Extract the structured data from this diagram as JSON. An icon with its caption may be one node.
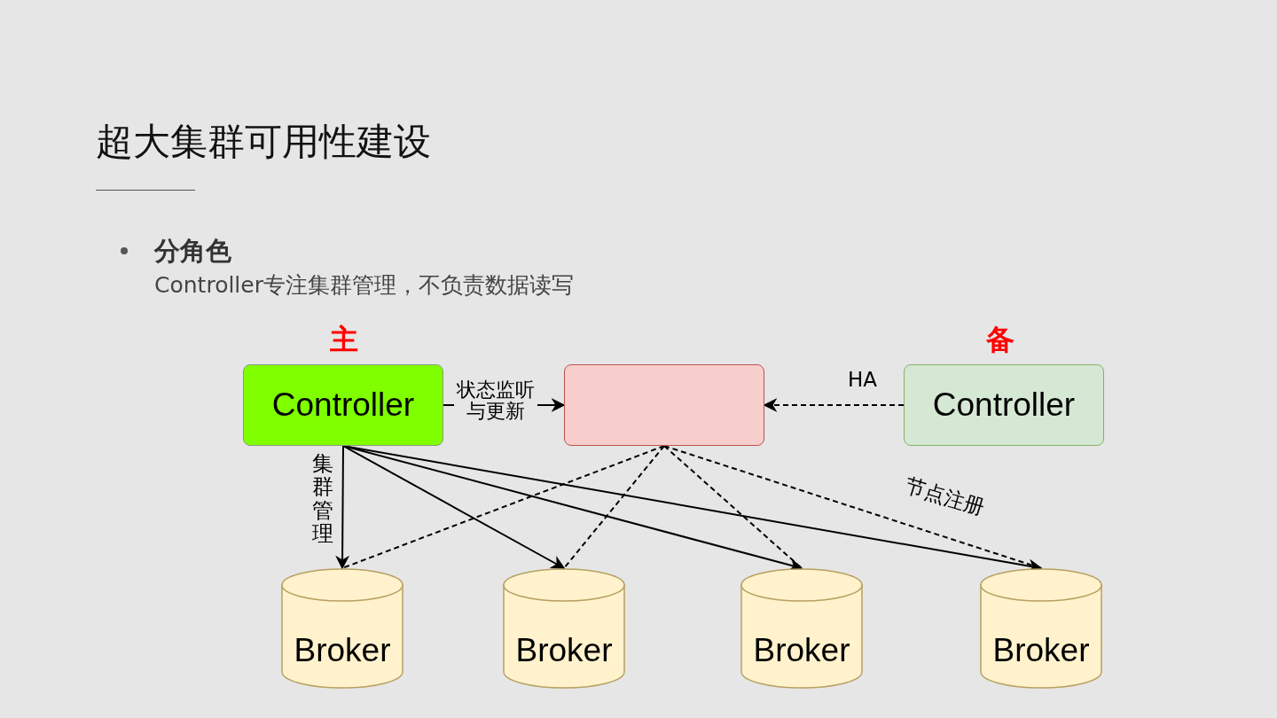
{
  "diagram": {
    "title": "超大集群可用性建设",
    "nodes": [
      {
        "text": [
          "Controller"
        ],
        "beside": [
          "主"
        ]
      },
      {
        "text": [],
        "shape": "box"
      },
      {
        "text": [
          "Controller"
        ],
        "beside": [
          "备"
        ]
      },
      {
        "text": [
          "Broker"
        ]
      },
      {
        "text": [
          "Broker"
        ]
      },
      {
        "text": [
          "Broker"
        ]
      },
      {
        "text": [
          "Broker"
        ]
      }
    ],
    "edges": [
      {
        "from": 0,
        "to": 1,
        "arrow": "to",
        "label": "状态监听与更新"
      },
      {
        "from": 2,
        "to": 1,
        "arrow": "to",
        "label": "HA",
        "style": "dashed"
      },
      {
        "from": 0,
        "to": 3,
        "arrow": "to",
        "label": "集群管理"
      },
      {
        "from": 0,
        "to": 4,
        "arrow": "to"
      },
      {
        "from": 0,
        "to": 5,
        "arrow": "to"
      },
      {
        "from": 0,
        "to": 6,
        "arrow": "to"
      },
      {
        "from": 1,
        "to": 3,
        "arrow": "none",
        "style": "dashed"
      },
      {
        "from": 1,
        "to": 4,
        "arrow": "none",
        "style": "dashed"
      },
      {
        "from": 1,
        "to": 5,
        "arrow": "none",
        "style": "dashed"
      },
      {
        "from": 1,
        "to": 6,
        "arrow": "none",
        "style": "dashed",
        "label": "节点注册"
      }
    ],
    "labels": [
      "分角色",
      "Controller专注集群管理，不负责数据读写"
    ]
  }
}
